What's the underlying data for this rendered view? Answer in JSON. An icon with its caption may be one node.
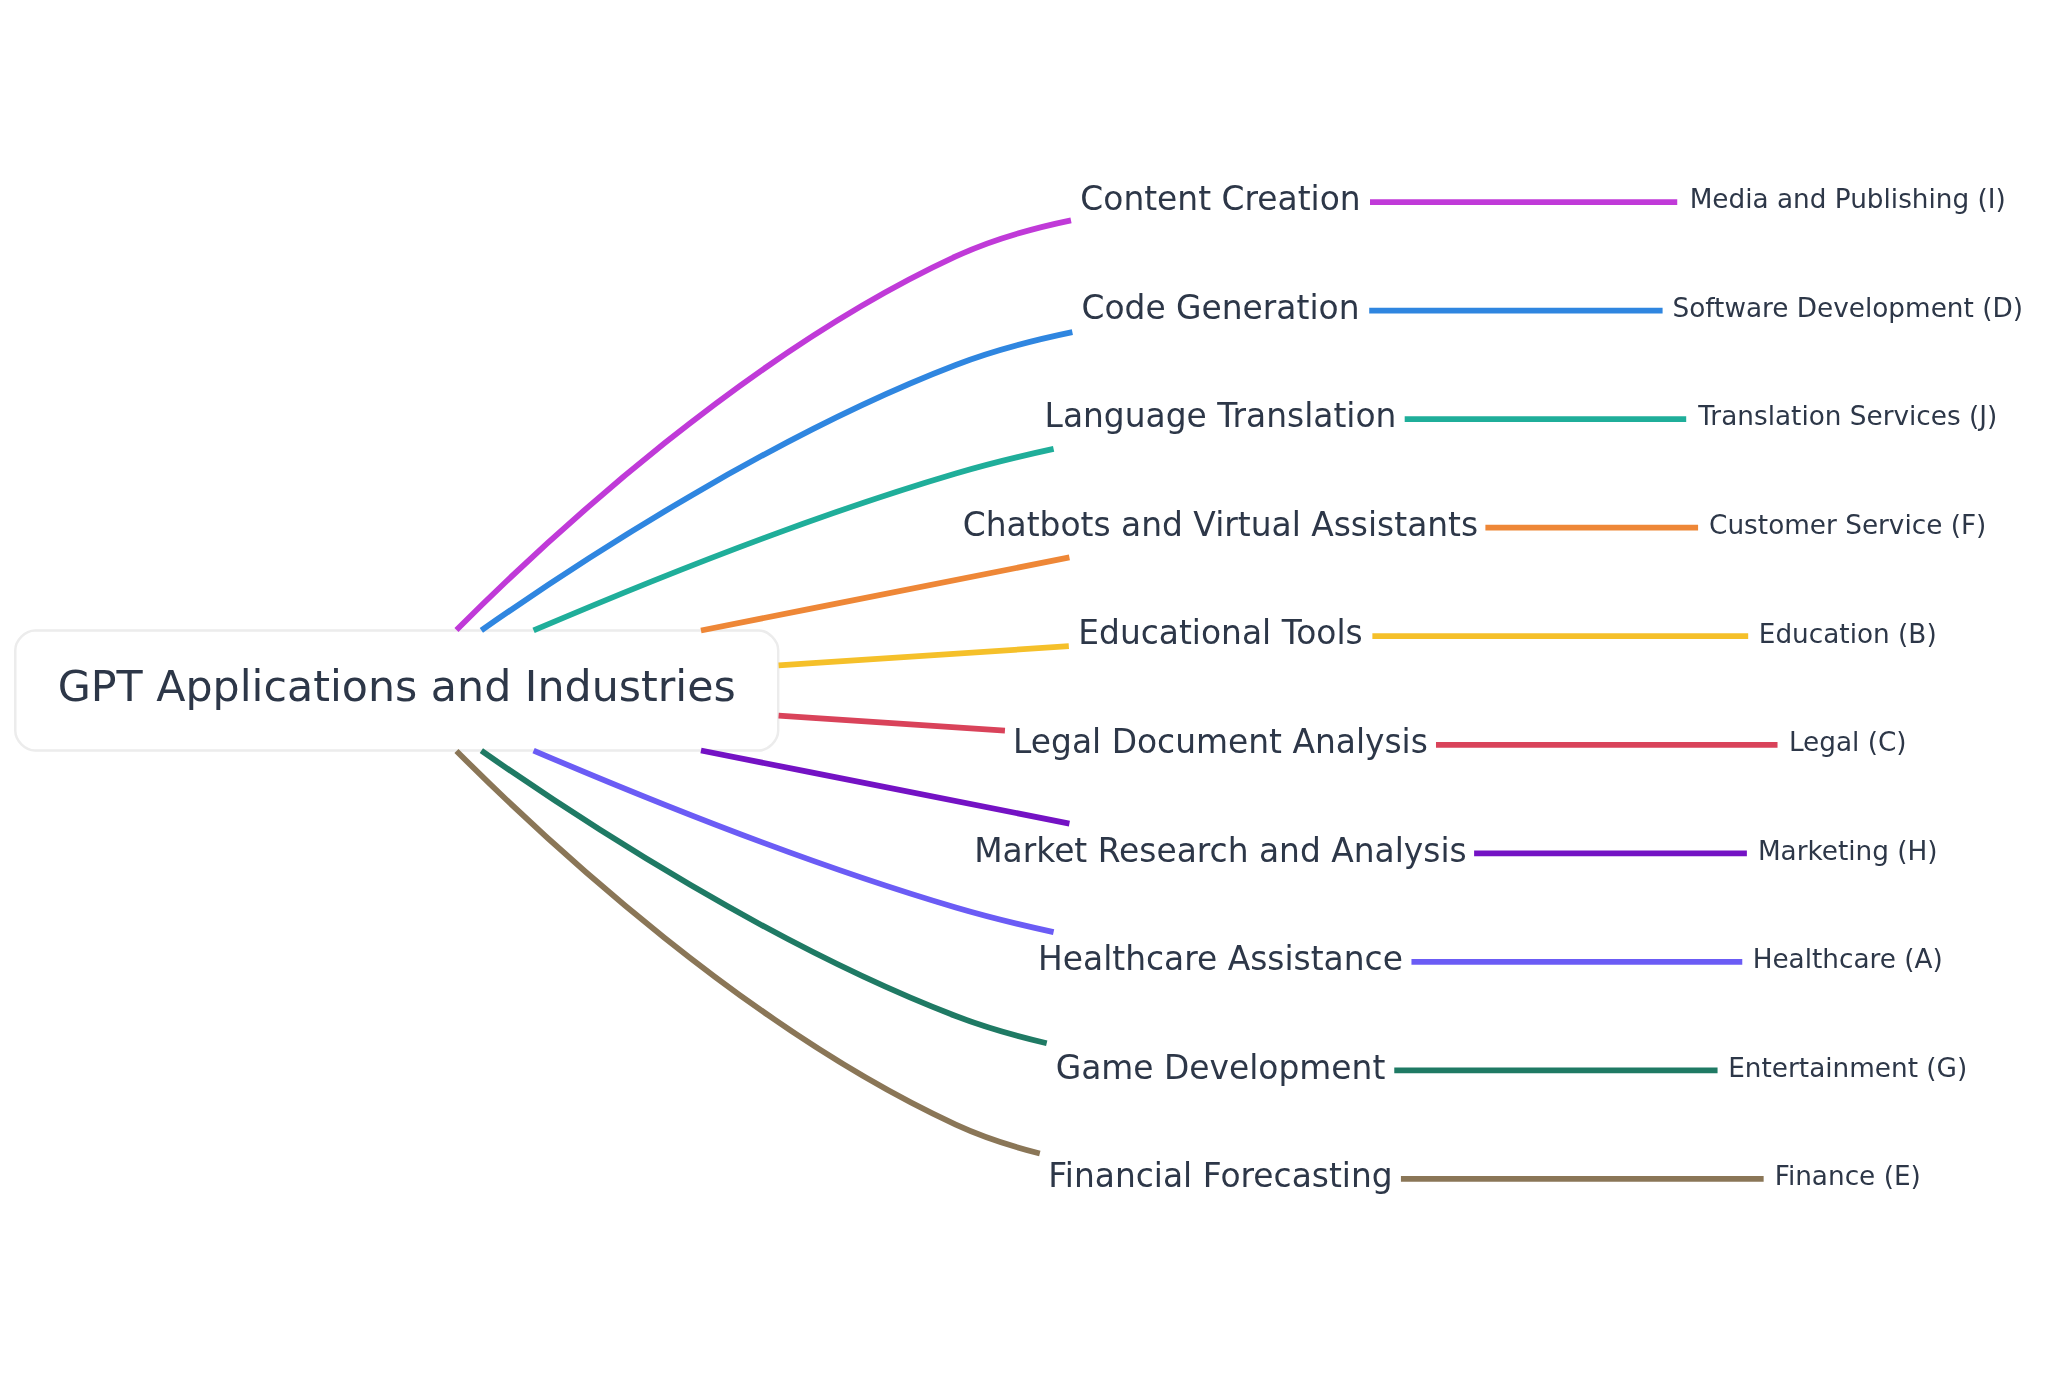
{
  "diagram": {
    "nodes": [
      {
        "text": [
          "GPT Applications and Industries"
        ]
      },
      {
        "text": [
          "Content Creation"
        ]
      },
      {
        "text": [
          "Media and Publishing (I)"
        ]
      },
      {
        "text": [
          "Code Generation"
        ]
      },
      {
        "text": [
          "Software Development (D)"
        ]
      },
      {
        "text": [
          "Language Translation"
        ]
      },
      {
        "text": [
          "Translation Services (J)"
        ]
      },
      {
        "text": [
          "Chatbots and Virtual Assistants"
        ]
      },
      {
        "text": [
          "Customer Service (F)"
        ]
      },
      {
        "text": [
          "Educational Tools"
        ]
      },
      {
        "text": [
          "Education (B)"
        ]
      },
      {
        "text": [
          "Legal Document Analysis"
        ]
      },
      {
        "text": [
          "Legal (C)"
        ]
      },
      {
        "text": [
          "Market Research and Analysis"
        ]
      },
      {
        "text": [
          "Marketing (H)"
        ]
      },
      {
        "text": [
          "Healthcare Assistance"
        ]
      },
      {
        "text": [
          "Healthcare (A)"
        ]
      },
      {
        "text": [
          "Game Development"
        ]
      },
      {
        "text": [
          "Entertainment (G)"
        ]
      },
      {
        "text": [
          "Financial Forecasting"
        ]
      },
      {
        "text": [
          "Finance (E)"
        ]
      }
    ],
    "edges": [
      {
        "from": 0,
        "to": 1,
        "arrow": "none",
        "color": "#c03ad8"
      },
      {
        "from": 1,
        "to": 2,
        "arrow": "none",
        "color": "#c03ad8"
      },
      {
        "from": 0,
        "to": 3,
        "arrow": "none",
        "color": "#2f86e0"
      },
      {
        "from": 3,
        "to": 4,
        "arrow": "none",
        "color": "#2f86e0"
      },
      {
        "from": 0,
        "to": 5,
        "arrow": "none",
        "color": "#1fae9a"
      },
      {
        "from": 5,
        "to": 6,
        "arrow": "none",
        "color": "#1fae9a"
      },
      {
        "from": 0,
        "to": 7,
        "arrow": "none",
        "color": "#ee8737"
      },
      {
        "from": 7,
        "to": 8,
        "arrow": "none",
        "color": "#ee8737"
      },
      {
        "from": 0,
        "to": 9,
        "arrow": "none",
        "color": "#f5c02a"
      },
      {
        "from": 9,
        "to": 10,
        "arrow": "none",
        "color": "#f5c02a"
      },
      {
        "from": 0,
        "to": 11,
        "arrow": "none",
        "color": "#d9435a"
      },
      {
        "from": 11,
        "to": 12,
        "arrow": "none",
        "color": "#d9435a"
      },
      {
        "from": 0,
        "to": 13,
        "arrow": "none",
        "color": "#7412c4"
      },
      {
        "from": 13,
        "to": 14,
        "arrow": "none",
        "color": "#7412c4"
      },
      {
        "from": 0,
        "to": 15,
        "arrow": "none",
        "color": "#6b5cf5"
      },
      {
        "from": 15,
        "to": 16,
        "arrow": "none",
        "color": "#6b5cf5"
      },
      {
        "from": 0,
        "to": 17,
        "arrow": "none",
        "color": "#1f7a64"
      },
      {
        "from": 17,
        "to": 18,
        "arrow": "none",
        "color": "#1f7a64"
      },
      {
        "from": 0,
        "to": 19,
        "arrow": "none",
        "color": "#8a7657"
      },
      {
        "from": 19,
        "to": 20,
        "arrow": "none",
        "color": "#8a7657"
      }
    ]
  }
}
